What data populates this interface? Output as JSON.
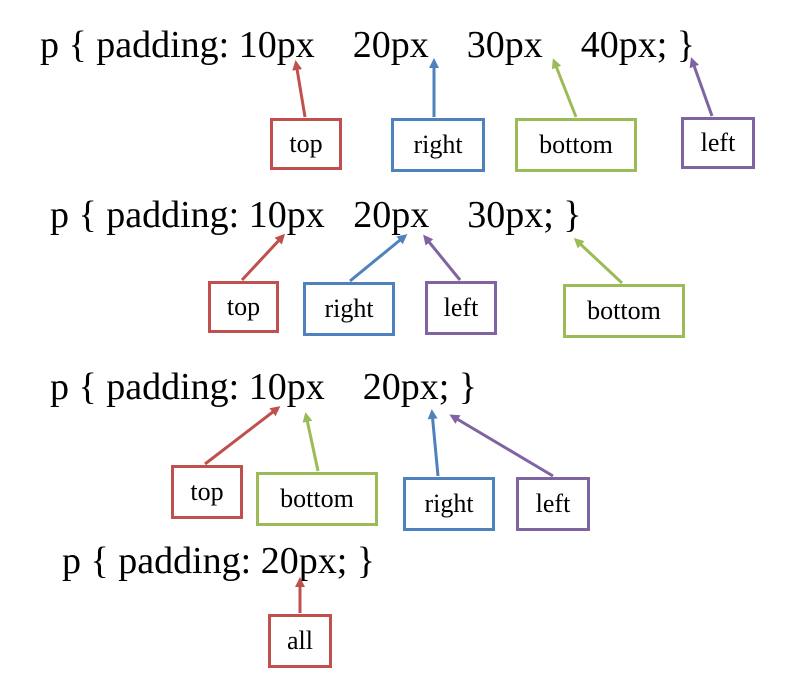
{
  "colors": {
    "top": "#c0504d",
    "right": "#4f81bd",
    "bottom": "#9bbb59",
    "left": "#8064a2",
    "all": "#c0504d"
  },
  "rows": [
    {
      "prefix": "p { padding: ",
      "values": [
        "10px",
        "20px",
        "30px",
        "40px;"
      ],
      "suffix": "}",
      "labels": [
        "top",
        "right",
        "bottom",
        "left"
      ]
    },
    {
      "prefix": "p { padding: ",
      "values": [
        "10px",
        "20px",
        "30px;"
      ],
      "suffix": "}",
      "labels": [
        "top",
        "right",
        "left",
        "bottom"
      ]
    },
    {
      "prefix": "p { padding: ",
      "values": [
        "10px",
        "20px;"
      ],
      "suffix": "}",
      "labels": [
        "top",
        "bottom",
        "right",
        "left"
      ]
    },
    {
      "prefix": "p { padding: ",
      "values": [
        "20px;"
      ],
      "suffix": "}",
      "labels": [
        "all"
      ]
    }
  ]
}
